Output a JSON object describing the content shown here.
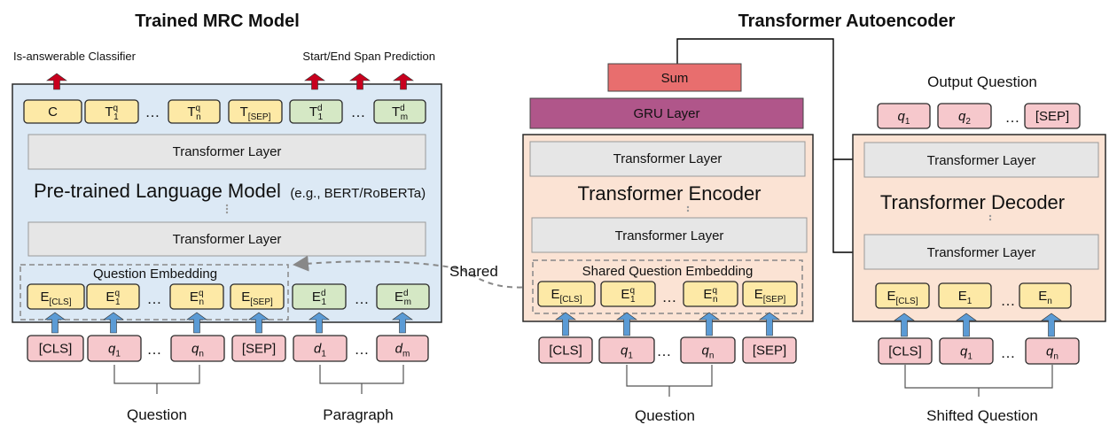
{
  "left": {
    "title": "Trained MRC Model",
    "classifier_label": "Is-answerable Classifier",
    "span_label": "Start/End Span Prediction",
    "outputs": [
      {
        "main": "C",
        "sup": "",
        "sub": ""
      },
      {
        "main": "T",
        "sup": "q",
        "sub": "1"
      },
      {
        "main": "T",
        "sup": "q",
        "sub": "n"
      },
      {
        "main": "T",
        "sup": "",
        "sub": "[SEP]"
      },
      {
        "main": "T",
        "sup": "d",
        "sub": "1"
      },
      {
        "main": "T",
        "sup": "d",
        "sub": "m"
      }
    ],
    "transformer_layer": "Transformer Layer",
    "plm_label": "Pre-trained Language Model",
    "plm_note": "(e.g., BERT/RoBERTa)",
    "question_embedding": "Question Embedding",
    "embeddings": [
      {
        "main": "E",
        "sup": "",
        "sub": "[CLS]"
      },
      {
        "main": "E",
        "sup": "q",
        "sub": "1"
      },
      {
        "main": "E",
        "sup": "q",
        "sub": "n"
      },
      {
        "main": "E",
        "sup": "",
        "sub": "[SEP]"
      },
      {
        "main": "E",
        "sup": "d",
        "sub": "1"
      },
      {
        "main": "E",
        "sup": "d",
        "sub": "m"
      }
    ],
    "inputs": [
      {
        "main": "[CLS]",
        "sub": ""
      },
      {
        "main": "q",
        "sub": "1"
      },
      {
        "main": "q",
        "sub": "n"
      },
      {
        "main": "[SEP]",
        "sub": ""
      },
      {
        "main": "d",
        "sub": "1"
      },
      {
        "main": "d",
        "sub": "m"
      }
    ],
    "question_label": "Question",
    "paragraph_label": "Paragraph",
    "ellipsis": "…"
  },
  "shared_label": "Shared",
  "right": {
    "title": "Transformer Autoencoder",
    "sum_label": "Sum",
    "gru_label": "GRU Layer",
    "encoder": {
      "transformer_layer": "Transformer Layer",
      "name": "Transformer Encoder",
      "shared_embedding": "Shared Question Embedding",
      "embeddings": [
        {
          "main": "E",
          "sup": "",
          "sub": "[CLS]"
        },
        {
          "main": "E",
          "sup": "q",
          "sub": "1"
        },
        {
          "main": "E",
          "sup": "q",
          "sub": "n"
        },
        {
          "main": "E",
          "sup": "",
          "sub": "[SEP]"
        }
      ],
      "inputs": [
        {
          "main": "[CLS]",
          "sub": ""
        },
        {
          "main": "q",
          "sub": "1"
        },
        {
          "main": "q",
          "sub": "n"
        },
        {
          "main": "[SEP]",
          "sub": ""
        }
      ],
      "question_label": "Question"
    },
    "decoder": {
      "output_label": "Output Question",
      "outputs": [
        {
          "main": "q",
          "sub": "1"
        },
        {
          "main": "q",
          "sub": "2"
        },
        {
          "main": "[SEP]",
          "sub": ""
        }
      ],
      "transformer_layer": "Transformer Layer",
      "name": "Transformer Decoder",
      "embeddings": [
        {
          "main": "E",
          "sup": "",
          "sub": "[CLS]"
        },
        {
          "main": "E",
          "sup": "",
          "sub": "1"
        },
        {
          "main": "E",
          "sup": "",
          "sub": "n"
        }
      ],
      "inputs": [
        {
          "main": "[CLS]",
          "sub": ""
        },
        {
          "main": "q",
          "sub": "1"
        },
        {
          "main": "q",
          "sub": "n"
        }
      ],
      "shifted_label": "Shifted Question"
    }
  },
  "colors": {
    "panel_blue": "#dce9f5",
    "panel_peach": "#fbe3d4",
    "token_yellow": "#fde9a6",
    "token_green": "#d5e8c5",
    "token_pink": "#f6c8cc",
    "layer_gray": "#e6e6e6",
    "sum_red": "#e86e6e",
    "gru_purple": "#b0568a",
    "arrow_red": "#c8001e",
    "arrow_blue": "#5b9bd5"
  }
}
